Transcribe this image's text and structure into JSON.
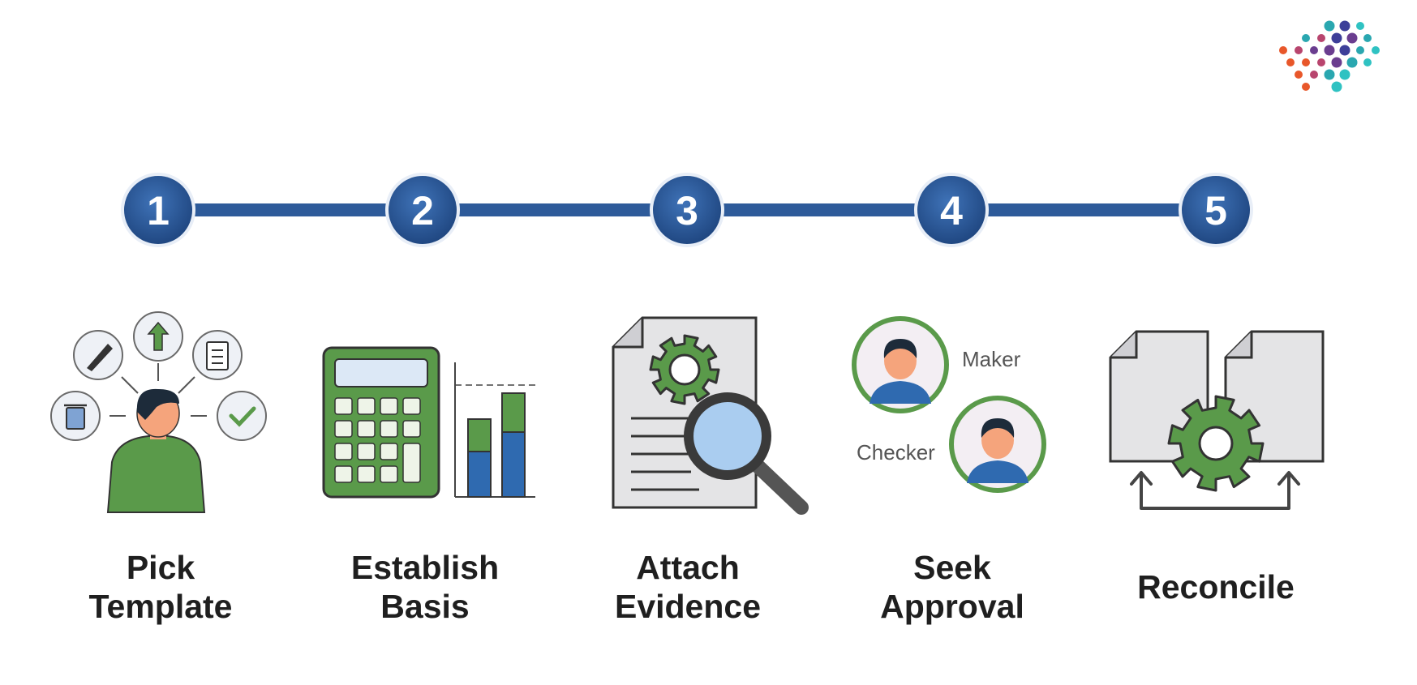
{
  "colors": {
    "timeline_blue": "#2e5b9a",
    "node_fill": "#264f8d",
    "green": "#5a9a4a",
    "gray_doc": "#e4e4e6",
    "outline": "#3a3a3a",
    "skin": "#f5a47c",
    "hair": "#1d2b3a",
    "shirt_blue": "#2f6ab0"
  },
  "logo": {
    "name": "dot-grid-logo"
  },
  "steps": [
    {
      "number": "1",
      "line1": "Pick",
      "line2": "Template",
      "icon": "user-options-icon"
    },
    {
      "number": "2",
      "line1": "Establish",
      "line2": "Basis",
      "icon": "calculator-chart-icon"
    },
    {
      "number": "3",
      "line1": "Attach",
      "line2": "Evidence",
      "icon": "document-search-icon"
    },
    {
      "number": "4",
      "line1": "Seek",
      "line2": "Approval",
      "icon": "maker-checker-icon"
    },
    {
      "number": "5",
      "line1": "Reconcile",
      "line2": "",
      "icon": "documents-gear-icon"
    }
  ],
  "roles": {
    "maker": "Maker",
    "checker": "Checker"
  }
}
